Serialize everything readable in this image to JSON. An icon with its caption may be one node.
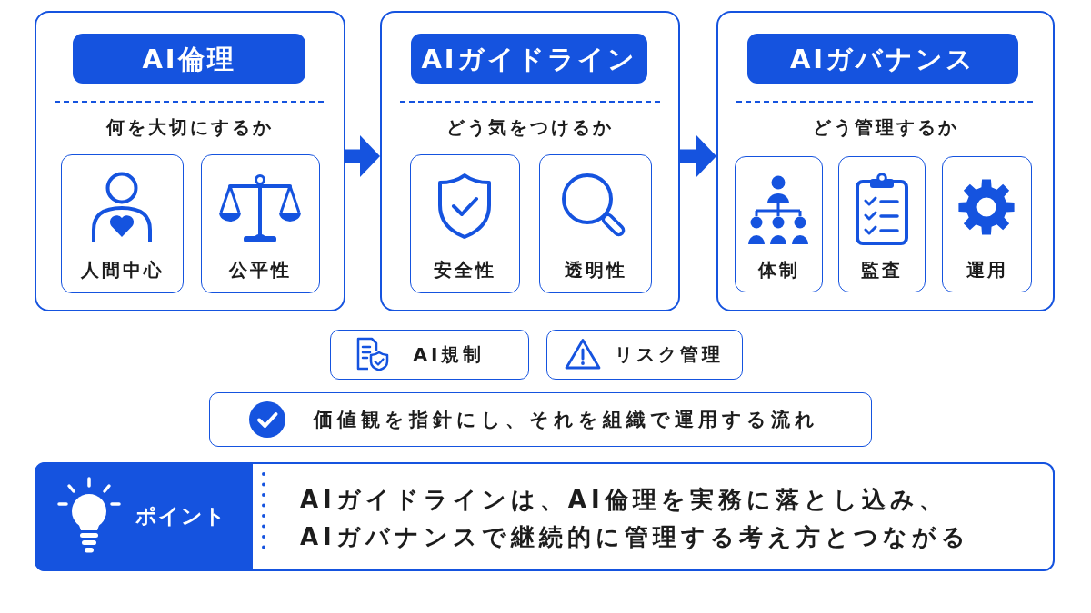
{
  "diagram": {
    "nodes": [
      {
        "text": [
          "何を大切にするか"
        ]
      },
      {
        "text": [
          "AI倫理"
        ],
        "in": 0
      },
      {
        "text": [
          "人間中心"
        ],
        "in": 0
      },
      {
        "text": [
          "公平性"
        ],
        "in": 0
      },
      {
        "text": [
          "どう気をつけるか"
        ]
      },
      {
        "text": [
          "AIガイドライン"
        ],
        "in": 4
      },
      {
        "text": [
          "安全性"
        ],
        "in": 4
      },
      {
        "text": [
          "透明性"
        ],
        "in": 4
      },
      {
        "text": [
          "どう管理するか"
        ]
      },
      {
        "text": [
          "AIガバナンス"
        ],
        "in": 8
      },
      {
        "text": [
          "体制"
        ],
        "in": 8
      },
      {
        "text": [
          "監査"
        ],
        "in": 8
      },
      {
        "text": [
          "運用"
        ],
        "in": 8
      },
      {
        "text": [
          "AI規制"
        ]
      },
      {
        "text": [
          "リスク管理"
        ]
      },
      {
        "text": [
          "価値観を指針にし、それを組織で運用する流れ"
        ]
      },
      {
        "text": [
          "AIガイドラインは、AI倫理を実務に落とし込み、AIガバナンスで継続的に管理する考え方とつながる"
        ]
      },
      {
        "text": [
          "ポイント"
        ],
        "in": 16
      }
    ],
    "edges": [
      {
        "from": 0,
        "to": 4,
        "arrow": "to"
      },
      {
        "from": 4,
        "to": 8,
        "arrow": "to"
      }
    ]
  }
}
